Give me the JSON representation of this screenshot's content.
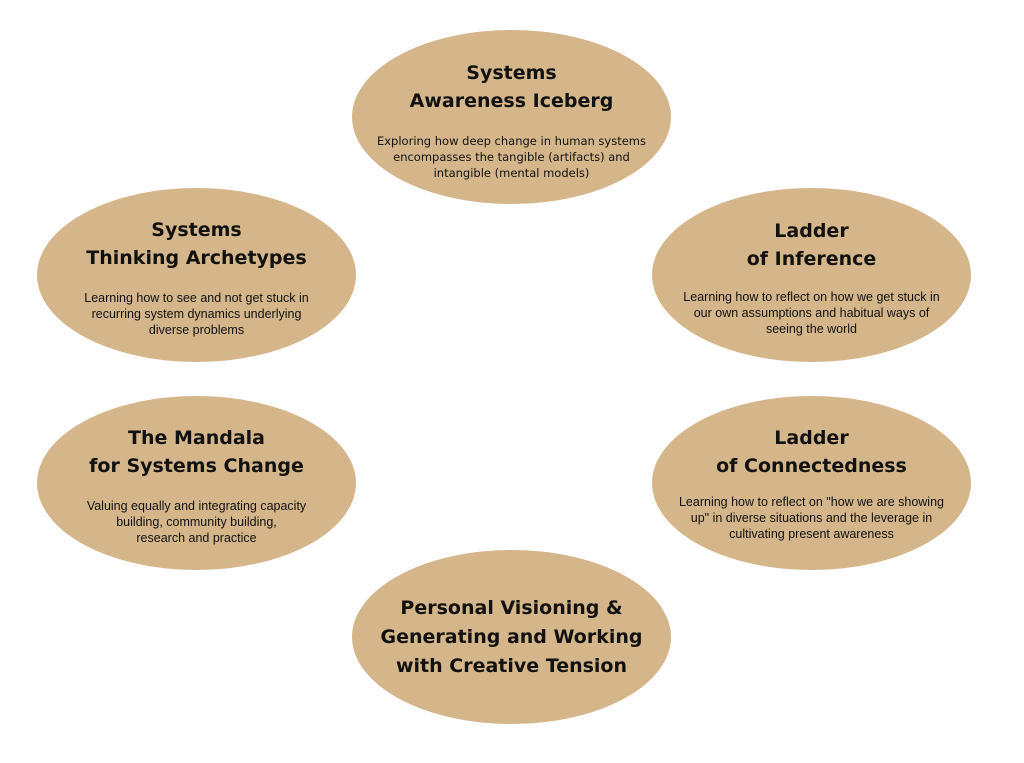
{
  "colors": {
    "node_fill": "#d4b68a",
    "text": "#111111",
    "background": "#ffffff"
  },
  "nodes": [
    {
      "id": "iceberg",
      "title": "Systems\nAwareness Iceberg",
      "description": "Exploring how deep change in human systems\nencompasses the tangible (artifacts) and\nintangible (mental models)"
    },
    {
      "id": "archetypes",
      "title": "Systems\nThinking Archetypes",
      "description": "Learning how to see and not get stuck in\nrecurring system dynamics underlying\ndiverse problems"
    },
    {
      "id": "inference",
      "title": "Ladder\nof Inference",
      "description": "Learning how to reflect on how we get stuck in\nour own assumptions and habitual ways of\nseeing the world"
    },
    {
      "id": "mandala",
      "title": "The Mandala\nfor Systems Change",
      "description": "Valuing equally and integrating capacity\nbuilding, community building,\nresearch and practice"
    },
    {
      "id": "connectedness",
      "title": "Ladder\nof Connectedness",
      "description": "Learning how to reflect on \"how we are showing\nup\" in diverse situations and the leverage in\ncultivating present awareness"
    },
    {
      "id": "visioning",
      "title": "Personal Visioning &\nGenerating and Working\nwith Creative Tension",
      "description": ""
    }
  ]
}
